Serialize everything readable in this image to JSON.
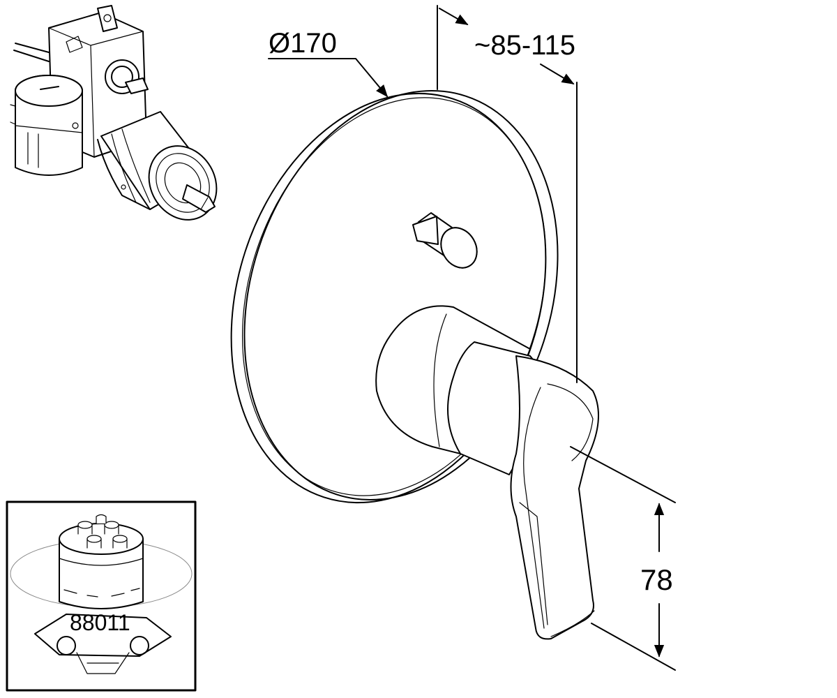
{
  "dimensions": {
    "diameter": "Ø170",
    "projection": "~85-115",
    "lever_height": "78"
  },
  "inset": {
    "part_number": "88011"
  }
}
